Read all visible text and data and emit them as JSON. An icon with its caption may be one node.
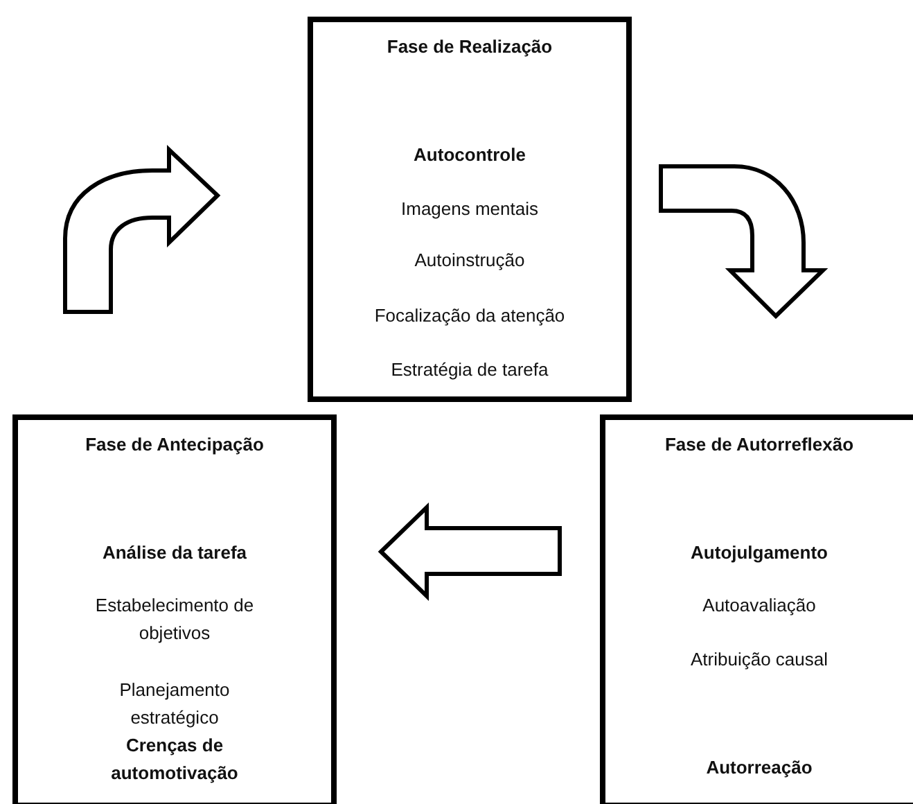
{
  "diagram": {
    "nodes": [
      {
        "text": [
          "Fase de Realização",
          "Autocontrole",
          "Imagens mentais",
          "Autoinstrução",
          "Focalização da atenção",
          "Estratégia de tarefa"
        ]
      },
      {
        "text": [
          "Fase de Antecipação",
          "Análise da tarefa",
          "Estabelecimento de objetivos",
          "Planejamento estratégico",
          "Crenças de automotivação"
        ]
      },
      {
        "text": [
          "Fase de Autorreflexão",
          "Autojulgamento",
          "Autoavaliação",
          "Atribuição causal",
          "Autorreação"
        ]
      }
    ],
    "edges": [
      {
        "from": 1,
        "to": 0,
        "arrow": "to"
      },
      {
        "from": 0,
        "to": 2,
        "arrow": "to"
      },
      {
        "from": 2,
        "to": 1,
        "arrow": "to"
      }
    ]
  }
}
